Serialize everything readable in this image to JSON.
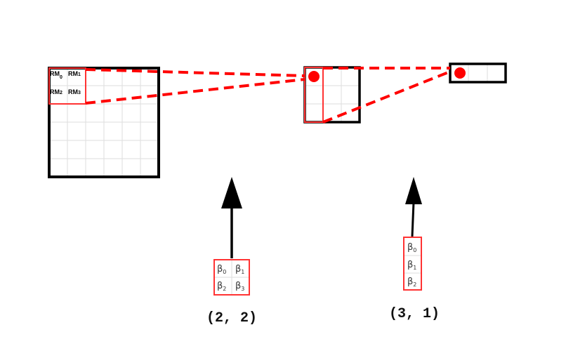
{
  "left_grid": {
    "cell_labels": [
      {
        "base": "RM",
        "sub": "0"
      },
      {
        "base": "RM",
        "sub": "1"
      },
      {
        "base": "RM",
        "sub": "2"
      },
      {
        "base": "RM",
        "sub": "3"
      }
    ]
  },
  "kernel_2x2": {
    "labels": [
      {
        "base": "β",
        "sub": "0"
      },
      {
        "base": "β",
        "sub": "1"
      },
      {
        "base": "β",
        "sub": "2"
      },
      {
        "base": "β",
        "sub": "3"
      }
    ],
    "caption": "(2, 2)"
  },
  "kernel_3x1": {
    "labels": [
      {
        "base": "β",
        "sub": "0"
      },
      {
        "base": "β",
        "sub": "1"
      },
      {
        "base": "β",
        "sub": "2"
      }
    ],
    "caption": "(3, 1)"
  },
  "colors": {
    "highlight": "#ff0000",
    "grid_line": "#dddddd",
    "frame": "#000000"
  }
}
